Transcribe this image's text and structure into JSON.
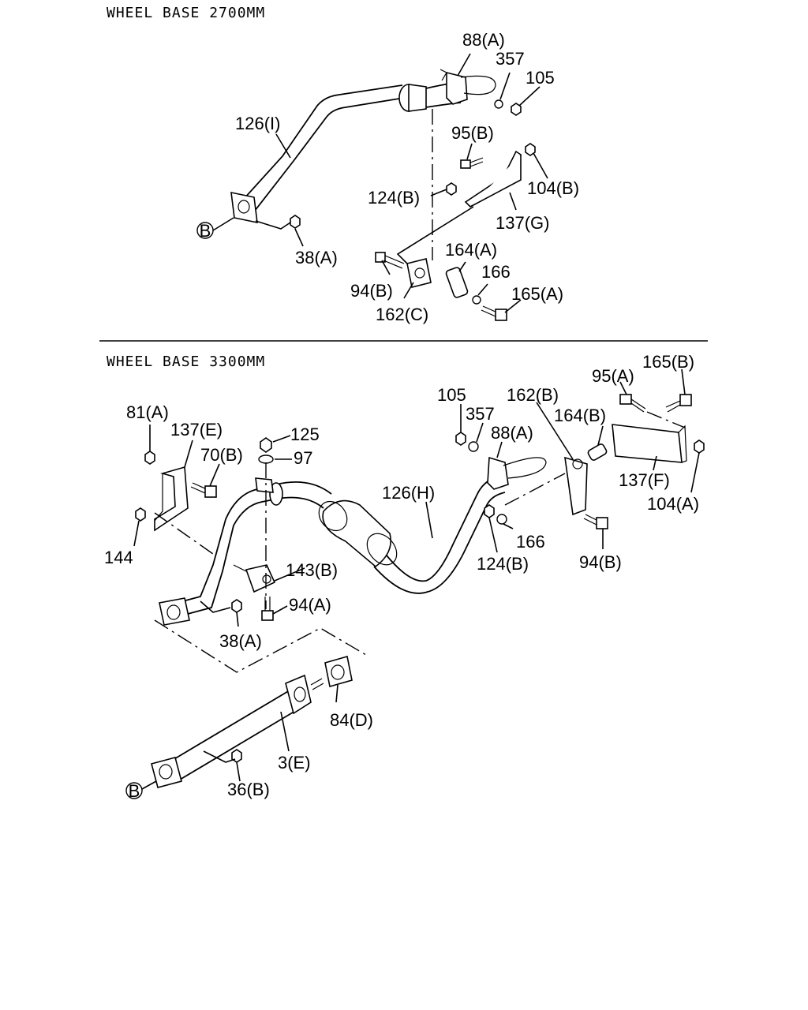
{
  "sections": [
    {
      "title": "WHEEL BASE 2700MM"
    },
    {
      "title": "WHEEL BASE 3300MM"
    }
  ],
  "callouts": {
    "wb2700": {
      "p88A": "88(A)",
      "p357": "357",
      "p105": "105",
      "p126I": "126(I)",
      "p95B": "95(B)",
      "p124B": "124(B)",
      "p104B": "104(B)",
      "p137G": "137(G)",
      "pB": "B",
      "p38A": "38(A)",
      "p164A": "164(A)",
      "p94B": "94(B)",
      "p166": "166",
      "p165A": "165(A)",
      "p162C": "162(C)"
    },
    "wb3300": {
      "p165B": "165(B)",
      "p95A": "95(A)",
      "p105": "105",
      "p162B": "162(B)",
      "p81A": "81(A)",
      "p357": "357",
      "p164B": "164(B)",
      "p137E": "137(E)",
      "p125": "125",
      "p88A": "88(A)",
      "p70B": "70(B)",
      "p97": "97",
      "p126H": "126(H)",
      "p137F": "137(F)",
      "p104A": "104(A)",
      "p144": "144",
      "p166": "166",
      "p143B": "143(B)",
      "p124B": "124(B)",
      "p94B": "94(B)",
      "p94A": "94(A)",
      "p38A": "38(A)",
      "p84D": "84(D)",
      "p3E": "3(E)",
      "pB": "B",
      "p36B": "36(B)"
    }
  }
}
